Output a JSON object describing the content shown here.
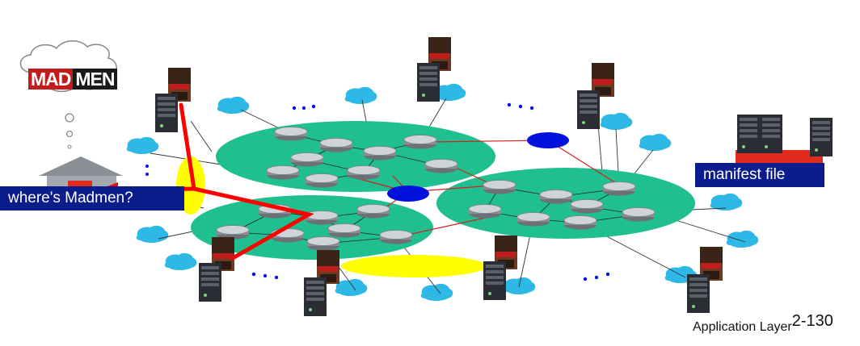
{
  "slide": {
    "title_fragment": "",
    "cloud_logo_left": "MAD",
    "cloud_logo_right": "MEN",
    "where_label": "where's Madmen?",
    "manifest_label": "manifest file",
    "footer_text": "Application Layer",
    "footer_page": "2-130",
    "ellipsis": "· · ·"
  },
  "colors": {
    "network_fill": "#1fbf8f",
    "access_blob": "#2eb8e6",
    "dns_yellow": "#ffff00",
    "ixp_blue": "#0011dd",
    "path_red": "#ff0000",
    "label_bg": "#0b1d8c"
  }
}
